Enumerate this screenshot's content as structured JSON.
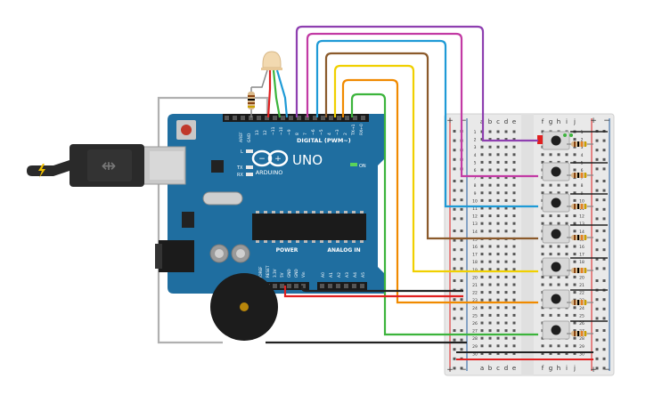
{
  "board": {
    "brand": "ARDUINO",
    "model": "UNO",
    "digital_label": "DIGITAL (PWM~)",
    "analog_label": "ANALOG IN",
    "power_label": "POWER",
    "on_label": "ON",
    "tx_label": "TX",
    "rx_label": "RX",
    "l_label": "L",
    "aref_label": "AREF",
    "gnd_label": "GND",
    "digital_pins": [
      "13",
      "12",
      "~11",
      "~10",
      "~9",
      "8",
      "7",
      "~6",
      "~5",
      "4",
      "~3",
      "2",
      "TX→1",
      "RX←0"
    ],
    "power_pins": [
      "IOREF",
      "RESET",
      "3.3V",
      "5V",
      "GND",
      "GND",
      "Vin"
    ],
    "analog_pins": [
      "A0",
      "A1",
      "A2",
      "A3",
      "A4",
      "A5"
    ]
  },
  "breadboard": {
    "plus": "+",
    "minus": "−",
    "cols_left": [
      "a",
      "b",
      "c",
      "d",
      "e"
    ],
    "cols_right": [
      "f",
      "g",
      "h",
      "i",
      "j"
    ],
    "row_count": 30
  },
  "colors": {
    "board": "#1f6ea0",
    "purple": "#8e3fb0",
    "magenta": "#c23aa4",
    "blue": "#1e9ad6",
    "brown": "#8b5a2b",
    "yellow": "#f0d000",
    "orange": "#f08a00",
    "green": "#3cb43c",
    "red": "#e02020",
    "black": "#222222",
    "gray": "#b0b0b0"
  }
}
